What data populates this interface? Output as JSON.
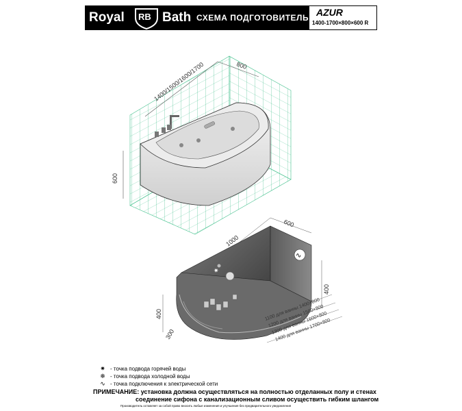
{
  "header": {
    "brand_left": "Royal",
    "brand_mark": "RB",
    "brand_right": "Bath",
    "title": "СХЕМА ПОДГОТОВИТЕЛЬНЫХ РАБОТ",
    "model": "AZUR",
    "model_size": "1400-1700×800×600 R"
  },
  "top_view": {
    "length_dim": "1400/1500/1600/1700",
    "width_dim": "800",
    "height_dim": "600"
  },
  "bottom_view": {
    "dim_1000": "1000",
    "dim_600": "600",
    "dim_400_right": "400",
    "dim_400_left": "400",
    "dim_300": "300",
    "sizes": [
      "1100 для ванны 1400×800",
      "1200 для ванны 1500×800",
      "1300 для ванны 1600×800",
      "1400 для ванны 1700×800"
    ]
  },
  "legend": [
    {
      "icon": "hot-water-icon",
      "symbol": "✷",
      "text": "- точка подвода горячей воды"
    },
    {
      "icon": "cold-water-icon",
      "symbol": "❄",
      "text": "- точка подвода холодной воды"
    },
    {
      "icon": "electric-icon",
      "symbol": "∿",
      "text": "- точка подключения к электрической сети"
    }
  ],
  "note": {
    "label": "ПРИМЕЧАНИЕ:",
    "line1": "установка должна осуществляться на полностью отделанных полу и стенах",
    "line2": "соединение сифона с канализационным сливом осуществить гибким шлангом"
  },
  "footer": "Производитель оставляет за собой право вносить любые изменения и улучшения без предварительного уведомления"
}
